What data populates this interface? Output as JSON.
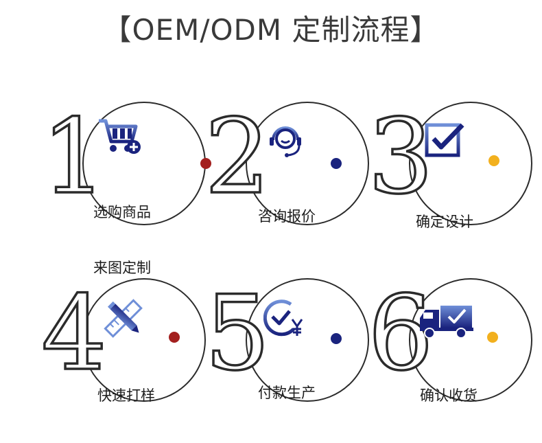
{
  "title": "【OEM/ODM 定制流程】",
  "steps": [
    {
      "number": "1",
      "label_lines": [
        "选购商品",
        "来图定制"
      ],
      "icon": "shopping-cart-icon",
      "dot_color": "#a3201f"
    },
    {
      "number": "2",
      "label_lines": [
        "咨询报价"
      ],
      "icon": "headset-icon",
      "dot_color": "#1a237e"
    },
    {
      "number": "3",
      "label_lines": [
        "确定设计"
      ],
      "icon": "checkbox-icon",
      "dot_color": "#f2b01e"
    },
    {
      "number": "4",
      "label_lines": [
        "快速打样"
      ],
      "icon": "ruler-pencil-icon",
      "dot_color": "#a3201f"
    },
    {
      "number": "5",
      "label_lines": [
        "付款生产"
      ],
      "icon": "yen-check-icon",
      "dot_color": "#1a237e"
    },
    {
      "number": "6",
      "label_lines": [
        "确认收货"
      ],
      "icon": "delivery-truck-icon",
      "dot_color": "#f2b01e"
    }
  ],
  "colors": {
    "icon_dark": "#1a237e",
    "icon_light": "#6f8fd8",
    "outline": "#2b2b2b"
  }
}
